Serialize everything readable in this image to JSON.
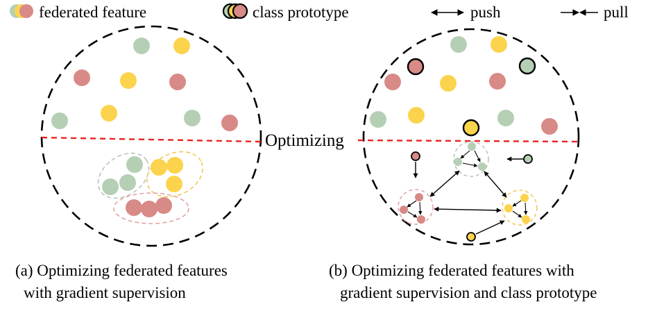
{
  "legend": {
    "federated_feature": "federated feature",
    "class_prototype": "class prototype",
    "push": "push",
    "pull": "pull"
  },
  "center_label": "Optimizing",
  "captions": {
    "a_line1": "(a) Optimizing federated features",
    "a_line2": "with gradient supervision",
    "b_line1": "(b) Optimizing federated features with",
    "b_line2": "gradient supervision and class prototype"
  },
  "colors": {
    "green": "#b5cfb5",
    "yellow": "#fcd34d",
    "red": "#d88a87",
    "dashed_divider": "#e8231f",
    "circle_stroke": "#000000",
    "cluster_green_stroke": "#b8c4b8",
    "cluster_yellow_stroke": "#f2c95a",
    "cluster_red_stroke": "#e4a4a2"
  }
}
